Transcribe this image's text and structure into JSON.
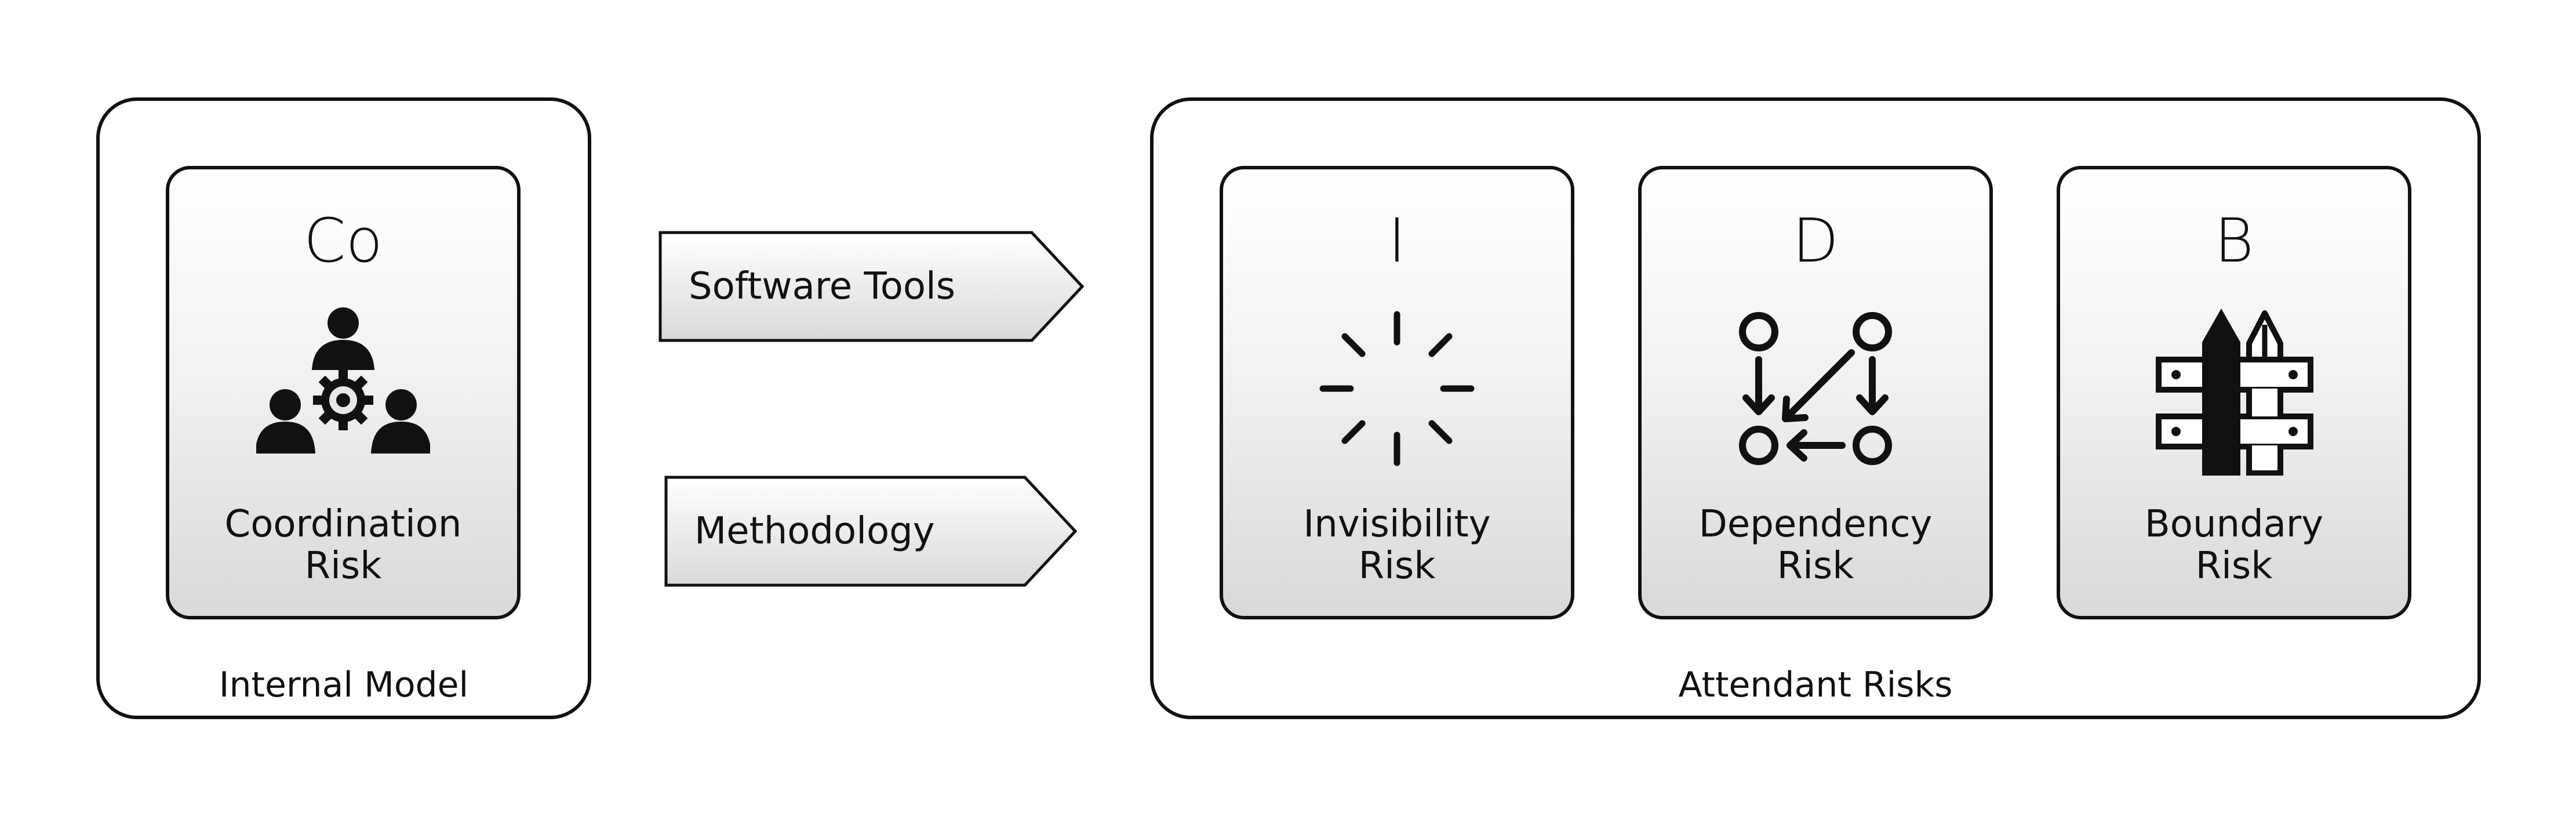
{
  "internal_model": {
    "label": "Internal Model",
    "card": {
      "letter": "Co",
      "title_line1": "Coordination",
      "title_line2": "Risk",
      "icon": "team-gear-icon"
    }
  },
  "arrows": {
    "top": "Software Tools",
    "bottom": "Methodology"
  },
  "attendant_risks": {
    "label": "Attendant Risks",
    "cards": [
      {
        "letter": "I",
        "title_line1": "Invisibility",
        "title_line2": "Risk",
        "icon": "invisibility-burst-icon"
      },
      {
        "letter": "D",
        "title_line1": "Dependency",
        "title_line2": "Risk",
        "icon": "dependency-nodes-icon"
      },
      {
        "letter": "B",
        "title_line1": "Boundary",
        "title_line2": "Risk",
        "icon": "fence-icon"
      }
    ]
  }
}
